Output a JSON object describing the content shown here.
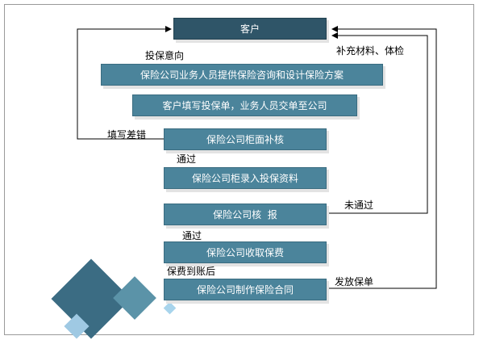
{
  "diagram": {
    "nodes": [
      {
        "id": "customer",
        "label": "客户"
      },
      {
        "id": "consult",
        "label": "保险公司业务人员提供保险咨询和设计保险方案"
      },
      {
        "id": "fill-form",
        "label": "客户填写投保单，业务人员交单至公司"
      },
      {
        "id": "counter-review",
        "label": "保险公司柜面补核"
      },
      {
        "id": "data-entry",
        "label": "保险公司柜录入投保资料"
      },
      {
        "id": "underwriting",
        "label": "保险公司核  报"
      },
      {
        "id": "collect-premium",
        "label": "保险公司收取保费"
      },
      {
        "id": "issue-contract",
        "label": "保险公司制作保险合同"
      }
    ],
    "edge_labels": {
      "intent": "投保意向",
      "supplement": "补充材料、体检",
      "fill_error": "填写差错",
      "pass1": "通过",
      "not_pass": "未通过",
      "pass2": "通过",
      "premium_received": "保费到账后",
      "issue_policy": "发放保单"
    }
  }
}
